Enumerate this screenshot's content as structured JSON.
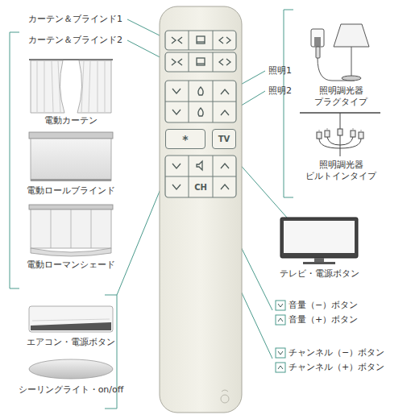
{
  "diagram": {
    "nodes": [
      {
        "text": [
          "*"
        ]
      },
      {
        "text": [
          "TV"
        ]
      },
      {
        "text": [
          "CH"
        ]
      }
    ],
    "labels": [
      "カーテン＆ブラインド1",
      "カーテン＆ブラインド2",
      "電動カーテン",
      "電動ロールブラインド",
      "電動ローマンシェード",
      "エアコン・電源ボタン",
      "シーリングライト・on/off",
      "照明1",
      "照明2",
      "照明調光器 プラグタイプ",
      "照明調光器 ビルトインタイプ",
      "テレビ・電源ボタン",
      "音量（−）ボタン",
      "音量（+）ボタン",
      "チャンネル（−）ボタン",
      "チャンネル（+）ボタン"
    ]
  }
}
